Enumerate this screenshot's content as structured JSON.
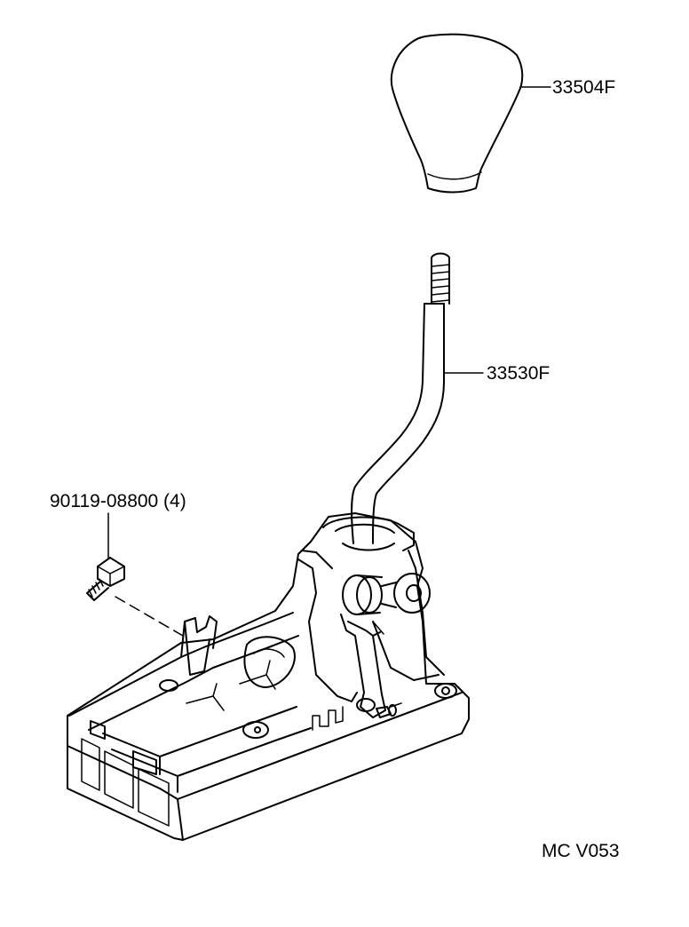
{
  "diagram": {
    "parts": [
      {
        "id": "knob",
        "part_number": "33504F"
      },
      {
        "id": "lever",
        "part_number": "33530F"
      },
      {
        "id": "bolt",
        "part_number": "90119-08800 (4)"
      }
    ],
    "figure_code": "MC V053"
  }
}
